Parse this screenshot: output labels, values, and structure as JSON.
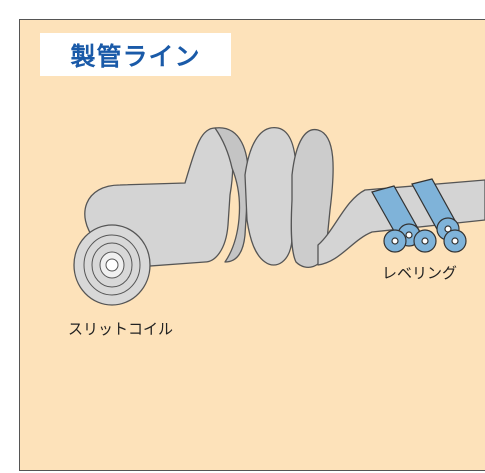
{
  "title": "製管ライン",
  "labels": {
    "coil": "スリットコイル",
    "leveling": "レベリング"
  },
  "colors": {
    "background": "#fde2ba",
    "title_text": "#1a5aa8",
    "strip": "#d4d4d4",
    "roller": "#7fb3d9"
  }
}
